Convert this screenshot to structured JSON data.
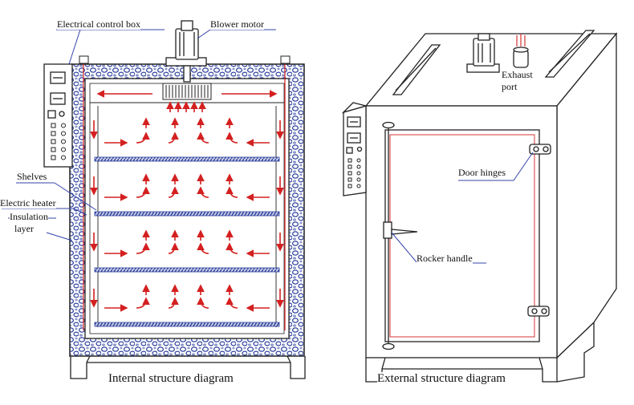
{
  "labels": {
    "electrical_control_box": "Electrical control box",
    "blower_motor": "Blower motor",
    "shelves": "Shelves",
    "electric_heater": "Electric heater",
    "insulation_layer_1": "Insulation",
    "insulation_layer_2": "layer",
    "exhaust_port_1": "Exhaust",
    "exhaust_port_2": "port",
    "door_hinges": "Door hinges",
    "rocker_handle": "Rocker handle"
  },
  "captions": {
    "internal": "Internal structure diagram",
    "external": "External structure diagram"
  },
  "colors": {
    "airflow": "#d42020",
    "line": "#222222",
    "insulation": "#2b3f9c",
    "shelf": "#2b3f9c",
    "leader": "#3344aa"
  }
}
